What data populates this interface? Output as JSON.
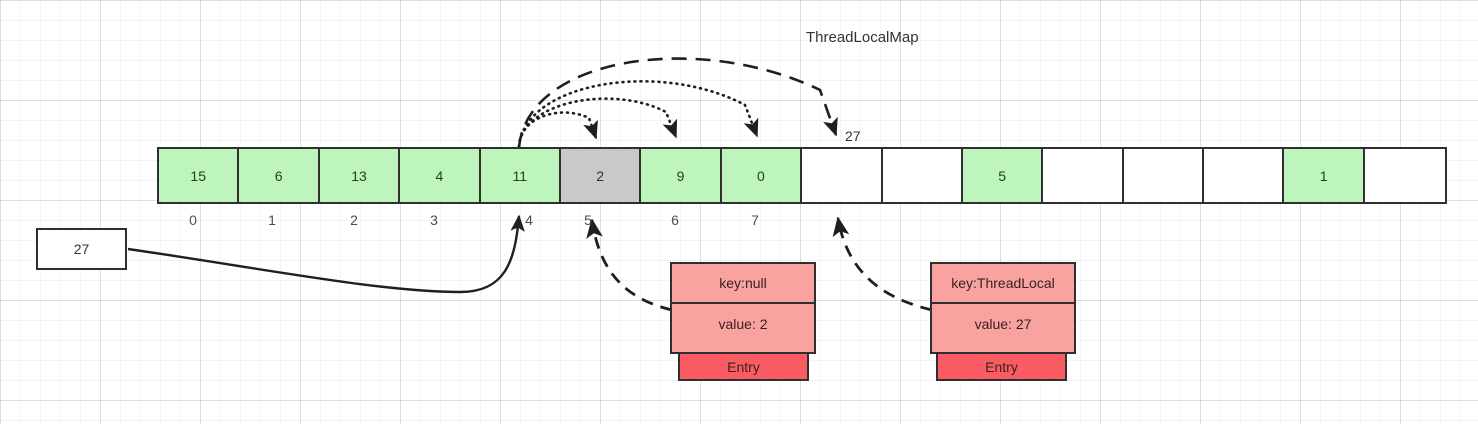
{
  "diagram": {
    "title": "ThreadLocalMap",
    "pointer_box": {
      "value": "27"
    },
    "hash_label": "27",
    "array": {
      "cells": [
        {
          "value": "15",
          "state": "green"
        },
        {
          "value": "6",
          "state": "green"
        },
        {
          "value": "13",
          "state": "green"
        },
        {
          "value": "4",
          "state": "green"
        },
        {
          "value": "11",
          "state": "green"
        },
        {
          "value": "2",
          "state": "gray"
        },
        {
          "value": "9",
          "state": "green"
        },
        {
          "value": "0",
          "state": "green"
        },
        {
          "value": "",
          "state": "empty"
        },
        {
          "value": "",
          "state": "empty"
        },
        {
          "value": "5",
          "state": "green"
        },
        {
          "value": "",
          "state": "empty"
        },
        {
          "value": "",
          "state": "empty"
        },
        {
          "value": "",
          "state": "empty"
        },
        {
          "value": "1",
          "state": "green"
        },
        {
          "value": "",
          "state": "empty"
        }
      ],
      "index_labels": [
        "0",
        "1",
        "2",
        "3",
        "4",
        "5",
        "6",
        "7"
      ]
    },
    "entries": [
      {
        "key": "key:null",
        "value": "value: 2",
        "type_label": "Entry"
      },
      {
        "key": "key:ThreadLocal",
        "value": "value: 27",
        "type_label": "Entry"
      }
    ],
    "colors": {
      "cell_green": "#bdf5bd",
      "cell_gray": "#c9c9c9",
      "entry_key_value": "#f9a3a0",
      "entry_label": "#fb5c63",
      "stroke": "#2f2f2f",
      "background": "#ffffff"
    }
  }
}
